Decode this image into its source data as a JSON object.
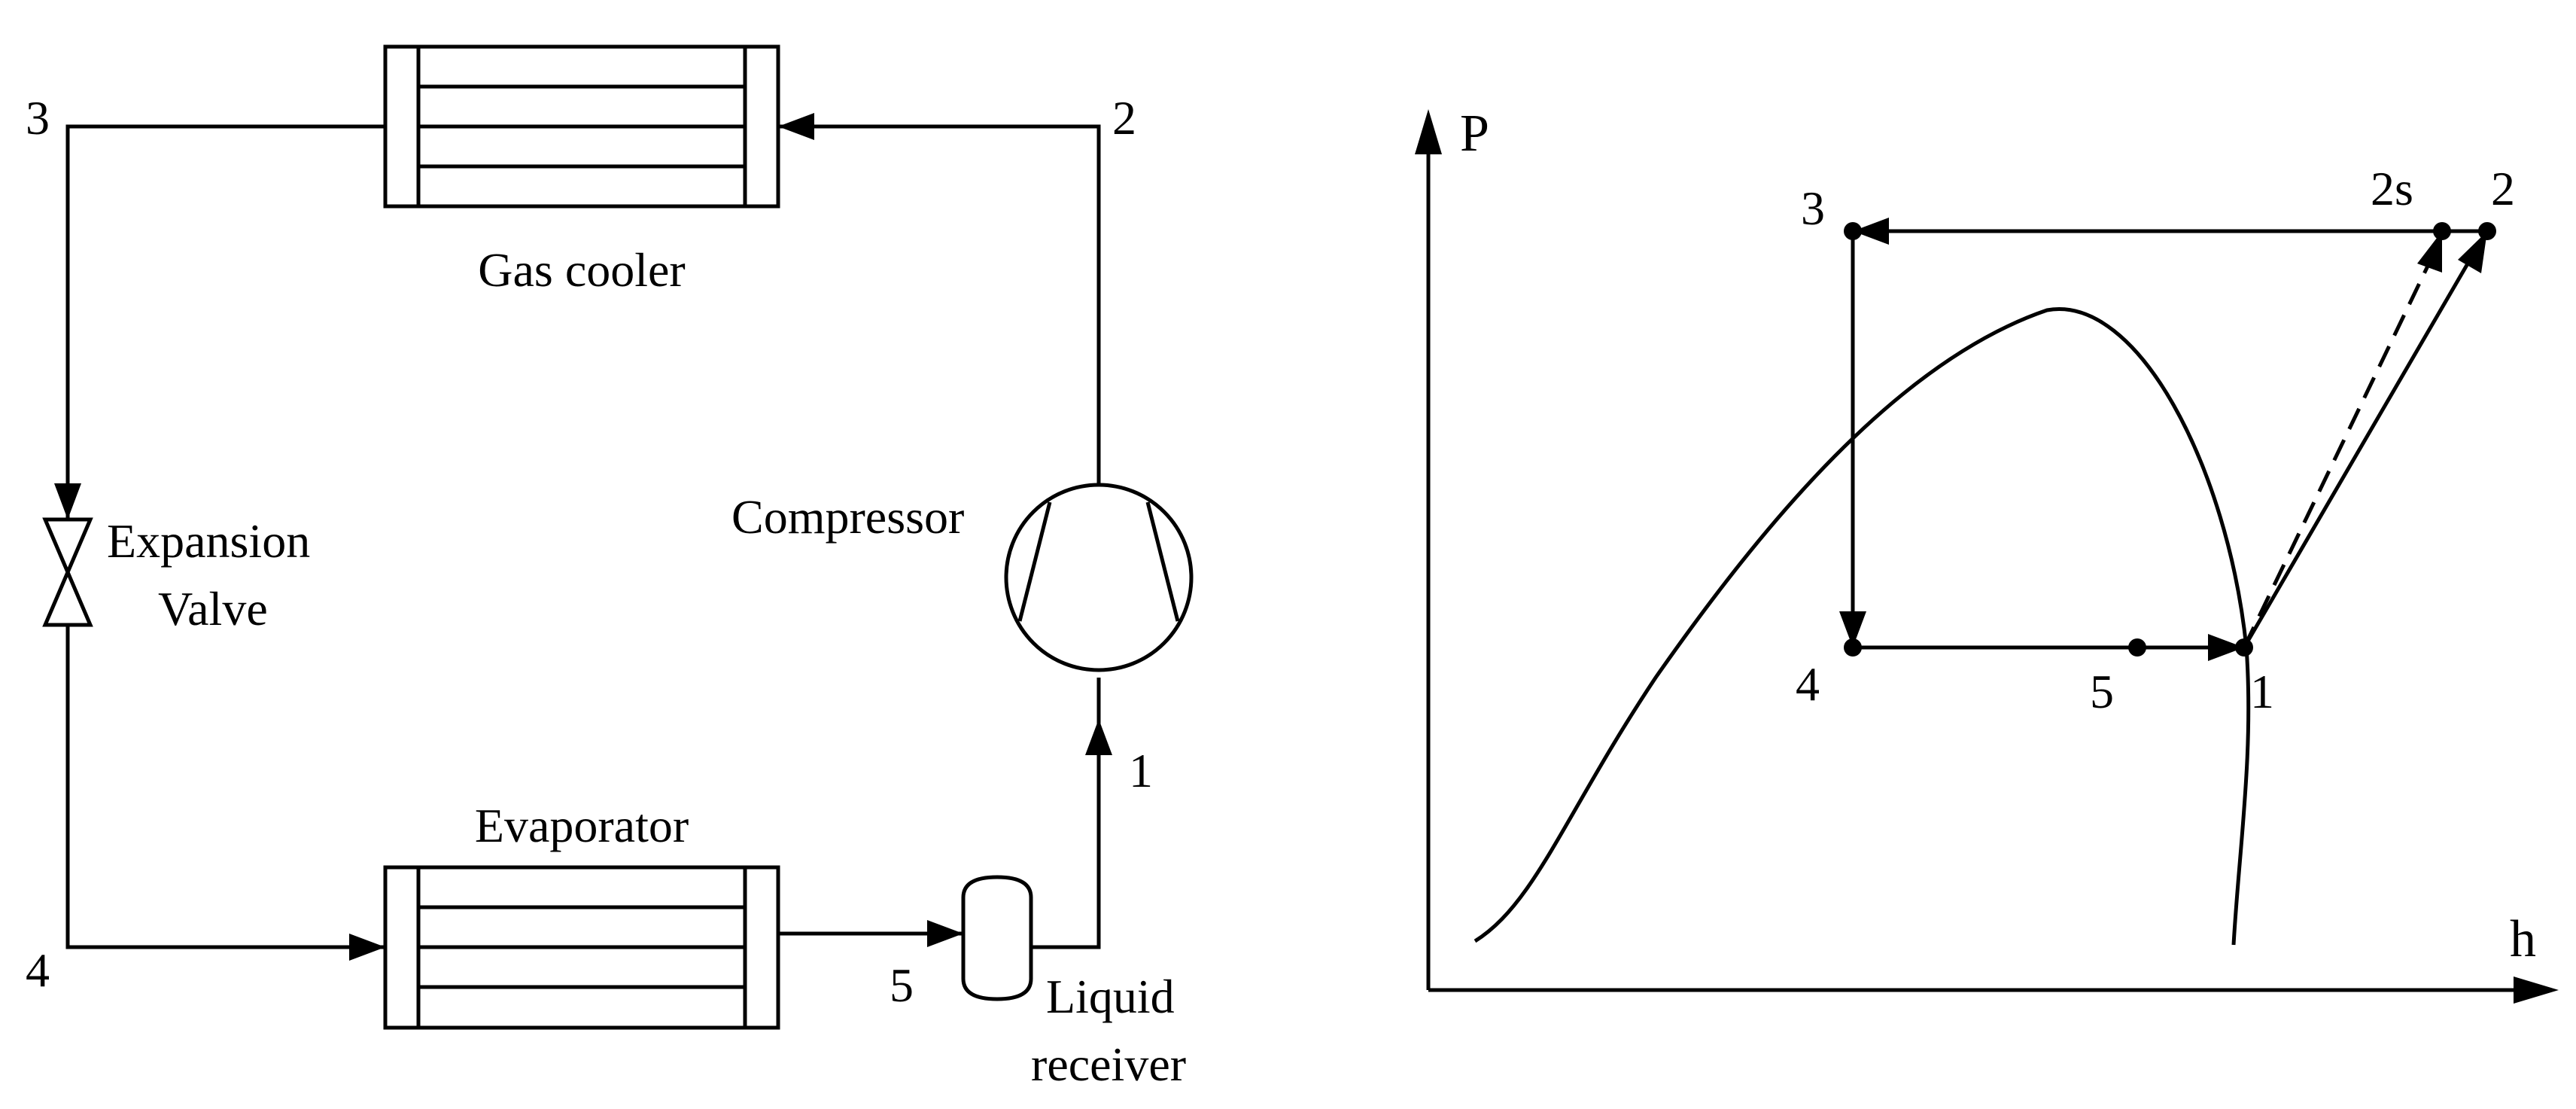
{
  "cycle_diagram": {
    "components": {
      "gas_cooler": "Gas cooler",
      "evaporator": "Evaporator",
      "compressor": "Compressor",
      "expansion_valve_line1": "Expansion",
      "expansion_valve_line2": "Valve",
      "liquid_receiver_line1": "Liquid",
      "liquid_receiver_line2": "receiver"
    },
    "state_points": {
      "p1": "1",
      "p2": "2",
      "p3": "3",
      "p4": "4",
      "p5": "5"
    }
  },
  "ph_diagram": {
    "y_axis_label": "P",
    "x_axis_label": "h",
    "state_points": {
      "p1": "1",
      "p2": "2",
      "p2s": "2s",
      "p3": "3",
      "p4": "4",
      "p5": "5"
    }
  },
  "colors": {
    "line": "#000000",
    "background": "#ffffff"
  }
}
